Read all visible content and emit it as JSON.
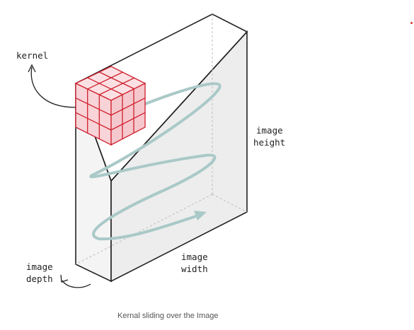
{
  "labels": {
    "kernel": "kernel",
    "image_height_1": "image",
    "image_height_2": "height",
    "image_width_1": "image",
    "image_width_2": "width",
    "image_depth_1": "image",
    "image_depth_2": "depth"
  },
  "caption": "Kernal sliding over the Image",
  "colors": {
    "kernel_stroke": "#d0202e",
    "kernel_fill": "#f8d7da",
    "volume_stroke": "#222222",
    "volume_fill": "#f0f0f0",
    "spiral": "#a9c9c7",
    "marker_dot": "#e03030"
  }
}
